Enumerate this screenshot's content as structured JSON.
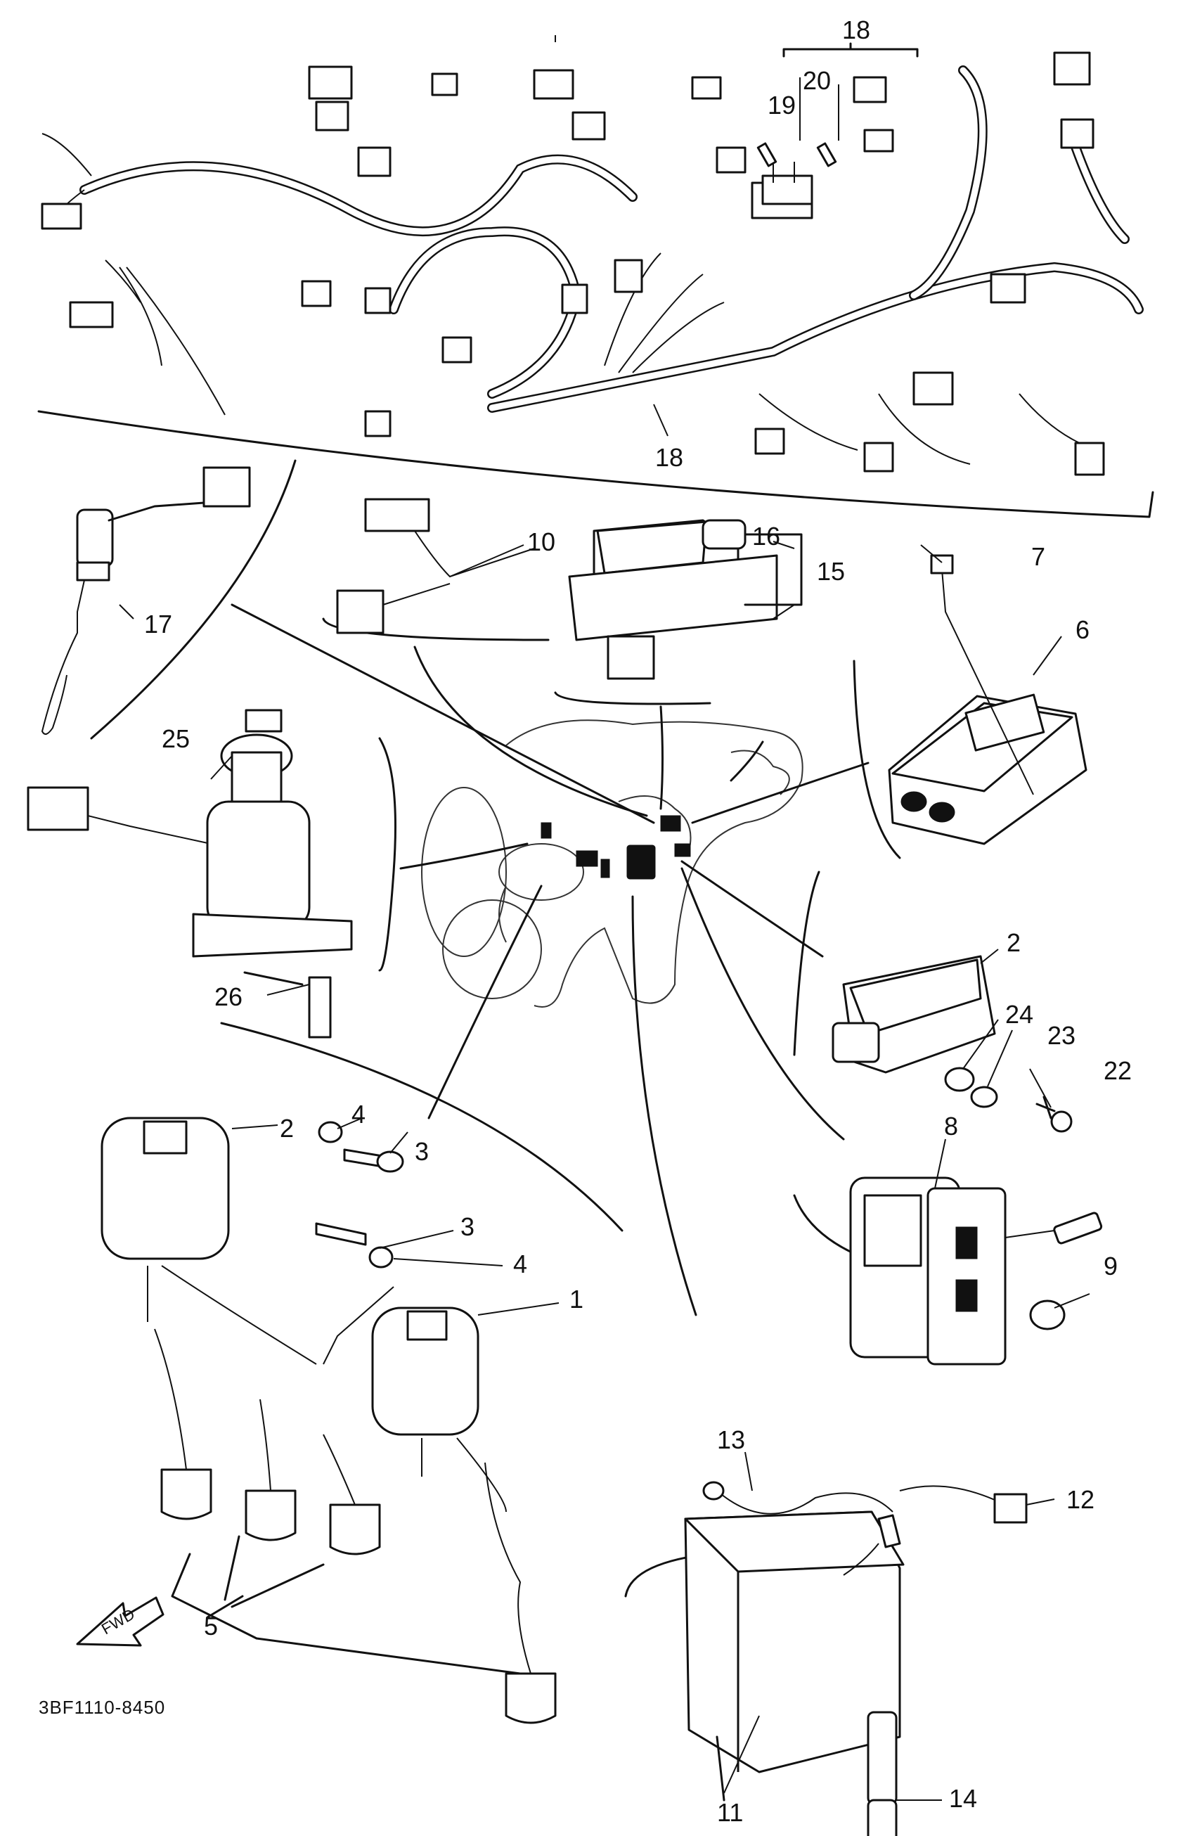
{
  "diagram": {
    "reference_code": "3BF1110-8450",
    "direction_label": "FWD",
    "callouts": [
      {
        "id": "c1",
        "text": "1"
      },
      {
        "id": "c2a",
        "text": "2"
      },
      {
        "id": "c2b",
        "text": "2"
      },
      {
        "id": "c3a",
        "text": "3"
      },
      {
        "id": "c3b",
        "text": "3"
      },
      {
        "id": "c4a",
        "text": "4"
      },
      {
        "id": "c4b",
        "text": "4"
      },
      {
        "id": "c5",
        "text": "5"
      },
      {
        "id": "c6",
        "text": "6"
      },
      {
        "id": "c7",
        "text": "7"
      },
      {
        "id": "c8",
        "text": "8"
      },
      {
        "id": "c9",
        "text": "9"
      },
      {
        "id": "c10",
        "text": "10"
      },
      {
        "id": "c11",
        "text": "11"
      },
      {
        "id": "c12",
        "text": "12"
      },
      {
        "id": "c13",
        "text": "13"
      },
      {
        "id": "c14",
        "text": "14"
      },
      {
        "id": "c15",
        "text": "15"
      },
      {
        "id": "c16",
        "text": "16"
      },
      {
        "id": "c17",
        "text": "17"
      },
      {
        "id": "c18a",
        "text": "18"
      },
      {
        "id": "c18b",
        "text": "18"
      },
      {
        "id": "c19",
        "text": "19"
      },
      {
        "id": "c20",
        "text": "20"
      },
      {
        "id": "c22",
        "text": "22"
      },
      {
        "id": "c23",
        "text": "23"
      },
      {
        "id": "c24",
        "text": "24"
      },
      {
        "id": "c25",
        "text": "25"
      },
      {
        "id": "c26",
        "text": "26"
      }
    ]
  }
}
